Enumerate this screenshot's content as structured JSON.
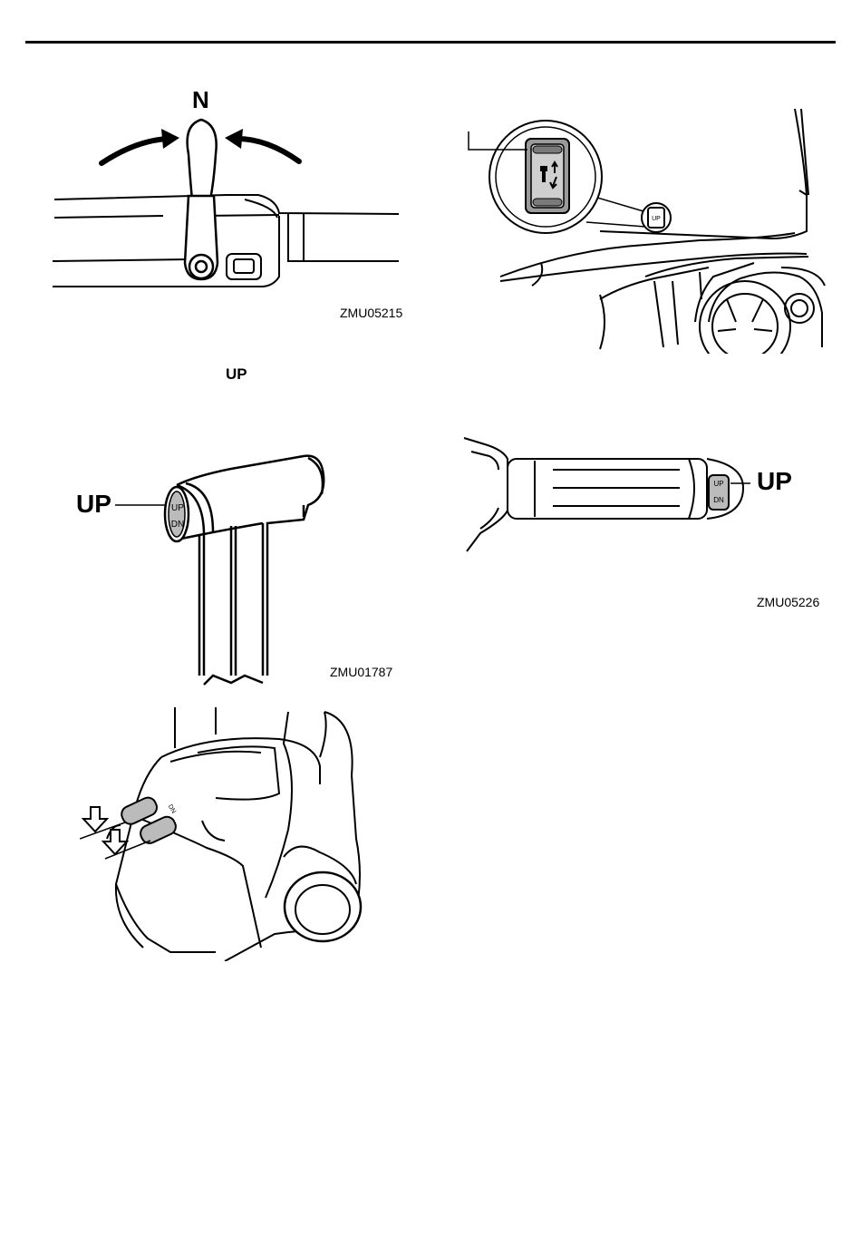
{
  "figures": {
    "fig1": {
      "label_n": "N",
      "code": "ZMU05215"
    },
    "fig3": {
      "label_up": "UP",
      "code": "ZMU01787",
      "switch_up": "UP",
      "switch_dn": "DN"
    },
    "fig4": {
      "label_up": "UP",
      "code": "ZMU05226",
      "switch_up": "UP",
      "switch_dn": "DN"
    },
    "fig5": {
      "switch_label": "DN"
    }
  },
  "inline_text": {
    "up_symbol": "UP"
  }
}
